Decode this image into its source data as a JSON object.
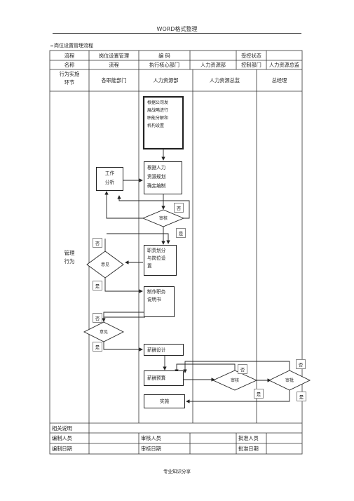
{
  "page_header": "WORD格式整理",
  "doc_title": "岗位设置管理流程",
  "header_table": {
    "row1": {
      "c1": "流程",
      "c2": "岗位设置管理",
      "c3": "编    码",
      "c4": "",
      "c5": "受控状态",
      "c6": ""
    },
    "row2": {
      "c1": "名称",
      "c2": "流程",
      "c3": "执行核心部门",
      "c4": "人力资源部",
      "c5": "控制部门",
      "c6": "人力资源总监"
    }
  },
  "lanes": {
    "head_line1": "行为实施",
    "head_line2": "环节",
    "col1": "各职能部门",
    "col2": "人力资源部",
    "col3": "人力资源总监",
    "col4": "总经理"
  },
  "side_label": {
    "line1": "管理",
    "line2": "行为"
  },
  "flow": {
    "start_box": [
      "根据公司发",
      "展战略进行",
      "职能分解和",
      "机构设置"
    ],
    "work_analysis": [
      "工作",
      "分析"
    ],
    "hr_plan": [
      "根据人力",
      "资源规划",
      "确定编制"
    ],
    "review1": "审核",
    "no1": "否",
    "yes1": "是",
    "duty_box": [
      "职责划分",
      "与岗位设",
      "置"
    ],
    "opinion1": "意见",
    "no2": "否",
    "yes2": "是",
    "jd_box": [
      "制作职务",
      "说明书"
    ],
    "opinion2": "意见",
    "no3": "否",
    "yes3": "是",
    "salary_design": "薪酬设计",
    "salary_budget": "薪酬预算",
    "review2": "审核",
    "no4": "否",
    "yes4": "是",
    "approve": "审批",
    "no5": "否",
    "yes5": "是",
    "implement": "实施"
  },
  "bottom_table": {
    "notes_label": "相关说明",
    "author_label": "编制人员",
    "reviewer_label": "审核人员",
    "approver_label": "批准人员",
    "date_label": "编制日期",
    "review_date_label": "审核日期",
    "approve_date_label": "批准日期"
  },
  "footer": "专业知识分享"
}
